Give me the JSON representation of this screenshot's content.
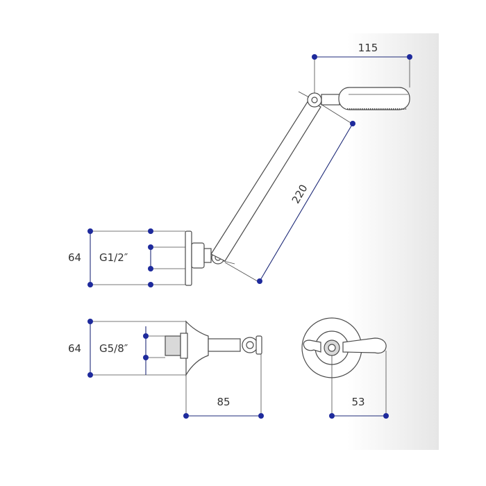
{
  "colors": {
    "dimension": "#1e2a9c",
    "outline": "#4a4a4a",
    "background_band": "#eeeeee"
  },
  "labels": {
    "head_width": "115",
    "arm_length": "220",
    "top_flange_height": "64",
    "top_thread": "G1/2″",
    "bottom_flange_height": "64",
    "bottom_thread": "G5/8″",
    "projection": "85",
    "handle_offset": "53"
  }
}
